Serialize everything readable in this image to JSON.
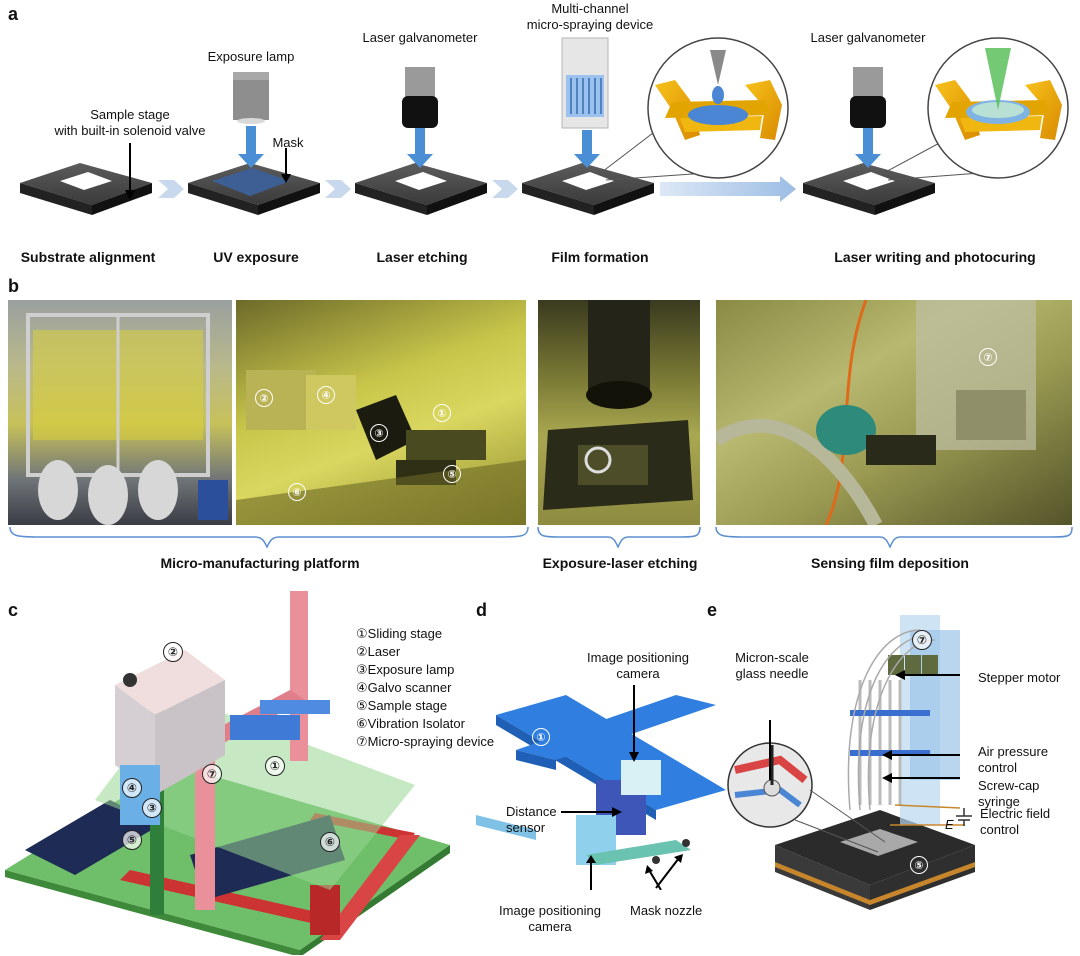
{
  "panels": {
    "a": "a",
    "b": "b",
    "c": "c",
    "d": "d",
    "e": "e"
  },
  "panel_a": {
    "labels": {
      "sample_stage": "Sample stage\nwith built-in solenoid valve",
      "exposure_lamp": "Exposure lamp",
      "mask": "Mask",
      "laser_galvo_1": "Laser galvanometer",
      "multichannel": "Multi-channel\nmicro-spraying device",
      "laser_galvo_2": "Laser galvanometer"
    },
    "steps": [
      "Substrate alignment",
      "UV exposure",
      "Laser etching",
      "Film formation",
      "Laser writing and photocuring"
    ]
  },
  "panel_b": {
    "captions": [
      "Micro-manufacturing platform",
      "Exposure-laser etching",
      "Sensing film deposition"
    ],
    "markers": [
      "①",
      "②",
      "③",
      "④",
      "⑤",
      "⑥",
      "⑦"
    ]
  },
  "panel_c": {
    "legend": [
      "①Sliding stage",
      "②Laser",
      "③Exposure lamp",
      "④Galvo scanner",
      "⑤Sample stage",
      "⑥Vibration Isolator",
      "⑦Micro-spraying device"
    ],
    "markers": {
      "m1": "①",
      "m2": "②",
      "m3": "③",
      "m4": "④",
      "m5": "⑤",
      "m6": "⑥",
      "m7": "⑦"
    }
  },
  "panel_d": {
    "labels": {
      "cam_top": "Image positioning\ncamera",
      "distance": "Distance\nsensor",
      "cam_bottom": "Image positioning\ncamera",
      "mask_nozzle": "Mask nozzle"
    },
    "marker": "①"
  },
  "panel_e": {
    "labels": {
      "needle": "Micron-scale\nglass needle",
      "stepper": "Stepper motor",
      "air": "Air pressure\ncontrol",
      "syringe": "Screw-cap\nsyringe",
      "efield": "Electric field\ncontrol",
      "E": "E"
    },
    "markers": {
      "m5": "⑤",
      "m7": "⑦"
    }
  }
}
